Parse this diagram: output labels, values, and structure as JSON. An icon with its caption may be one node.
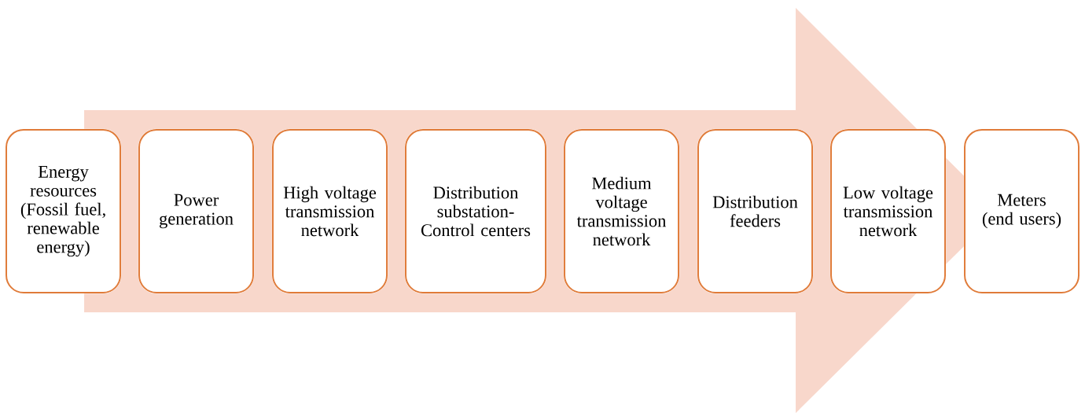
{
  "diagram": {
    "nodes": [
      {
        "text": [
          "Energy resources (Fossil fuel, renewable energy)"
        ]
      },
      {
        "text": [
          "Power generation"
        ]
      },
      {
        "text": [
          "High voltage transmission network"
        ]
      },
      {
        "text": [
          "Distribution substation-Control centers"
        ]
      },
      {
        "text": [
          "Medium voltage transmission network"
        ]
      },
      {
        "text": [
          "Distribution feeders"
        ]
      },
      {
        "text": [
          "Low voltage transmission network"
        ]
      },
      {
        "text": [
          "Meters (end users)"
        ]
      }
    ],
    "edges": [
      {
        "from": 0,
        "to": 7,
        "arrow": "to"
      }
    ]
  }
}
